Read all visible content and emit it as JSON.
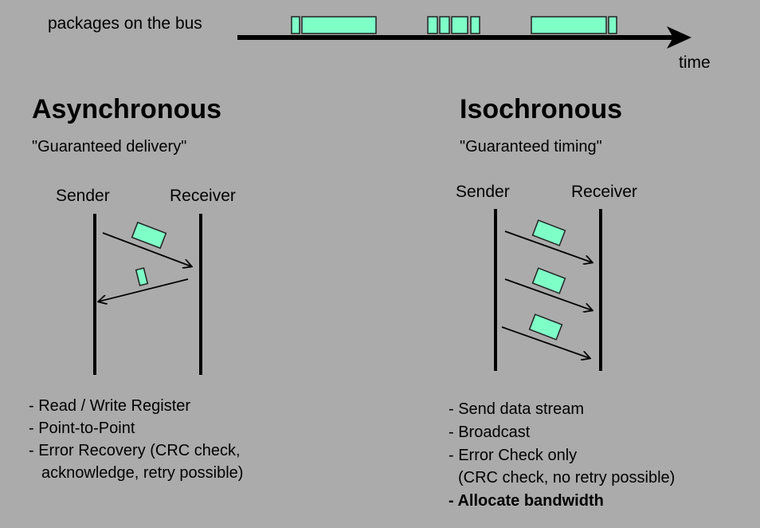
{
  "bus": {
    "label": "packages on the bus",
    "time_label": "time"
  },
  "async": {
    "title": "Asynchronous",
    "subtitle": "\"Guaranteed delivery\"",
    "sender": "Sender",
    "receiver": "Receiver",
    "items": [
      "- Read / Write Register",
      "- Point-to-Point",
      "- Error Recovery (CRC check,",
      "acknowledge, retry possible)"
    ]
  },
  "iso": {
    "title": "Isochronous",
    "subtitle": "\"Guaranteed timing\"",
    "sender": "Sender",
    "receiver": "Receiver",
    "items": [
      "- Send data stream",
      "- Broadcast",
      "- Error Check only",
      "(CRC check, no retry possible)",
      "- Allocate bandwidth"
    ]
  },
  "colors": {
    "background": "#ababab",
    "packet": "#7fffc8"
  }
}
